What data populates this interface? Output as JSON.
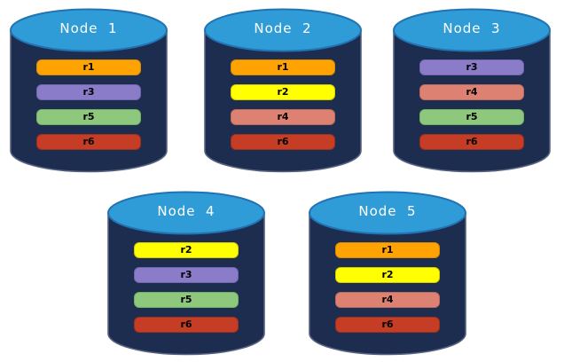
{
  "diagram": {
    "description": "Five database node cylinders showing replica placement",
    "background": "#ffffff",
    "palette": {
      "cylinder_body": "#1d2d50",
      "cylinder_outline": "#566180",
      "ellipse_fill": "#2f9cd8",
      "ellipse_outline": "#2173b3",
      "title_color": "#ffffff"
    },
    "replica_colors": {
      "r1": {
        "fill": "#ffa302",
        "border": "#d88a00"
      },
      "r2": {
        "fill": "#ffff00",
        "border": "#d4cb00"
      },
      "r3": {
        "fill": "#8a7cc8",
        "border": "#7265ad"
      },
      "r4": {
        "fill": "#dd8273",
        "border": "#c06a5c"
      },
      "r5": {
        "fill": "#8ec87d",
        "border": "#75af64"
      },
      "r6": {
        "fill": "#c53d24",
        "border": "#a0301b"
      }
    },
    "nodes": [
      {
        "title": "Node  1",
        "replicas": [
          "r1",
          "r3",
          "r5",
          "r6"
        ]
      },
      {
        "title": "Node  2",
        "replicas": [
          "r1",
          "r2",
          "r4",
          "r6"
        ]
      },
      {
        "title": "Node  3",
        "replicas": [
          "r3",
          "r4",
          "r5",
          "r6"
        ]
      },
      {
        "title": "Node  4",
        "replicas": [
          "r2",
          "r3",
          "r5",
          "r6"
        ]
      },
      {
        "title": "Node  5",
        "replicas": [
          "r1",
          "r2",
          "r4",
          "r6"
        ]
      }
    ]
  }
}
